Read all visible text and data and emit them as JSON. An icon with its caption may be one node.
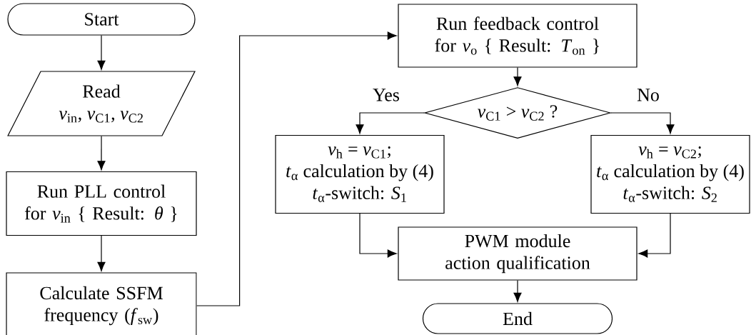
{
  "diagram": {
    "nodes": [
      {
        "text": [
          "Start"
        ]
      },
      {
        "text": [
          "Read",
          "*v*$_{in}$, *v*$_{C1}$, *v*$_{C2}$"
        ]
      },
      {
        "text": [
          "Run PLL control for *v*$_{in}$ { Result: *θ* }"
        ]
      },
      {
        "text": [
          "Calculate SSFM frequency (*f*$_{sw}$)"
        ]
      },
      {
        "text": [
          "Run feedback control for *v*$_{o}$ { Result: *T*$_{on}$ }"
        ]
      },
      {
        "text": [
          "*v*$_{C1}$ > *v*$_{C2}$ ?"
        ]
      },
      {
        "text": [
          "*v*$_{h}$ = *v*$_{C1}$;",
          "*t*$_{α}$ calculation by (4)",
          "*t*$_{α}$-switch: *S*$_{1}$"
        ]
      },
      {
        "text": [
          "*v*$_{h}$ = *v*$_{C2}$;",
          "*t*$_{α}$ calculation by (4)",
          "*t*$_{α}$-switch: *S*$_{2}$"
        ]
      },
      {
        "text": [
          "PWM module action qualification"
        ]
      },
      {
        "text": [
          "End"
        ]
      }
    ],
    "edges": [
      {
        "from": 0,
        "to": 1,
        "arrow": "to"
      },
      {
        "from": 1,
        "to": 2,
        "arrow": "to"
      },
      {
        "from": 2,
        "to": 3,
        "arrow": "to"
      },
      {
        "from": 3,
        "to": 4,
        "arrow": "to"
      },
      {
        "from": 4,
        "to": 5,
        "arrow": "to"
      },
      {
        "from": 5,
        "to": 6,
        "arrow": "to",
        "label": "Yes"
      },
      {
        "from": 5,
        "to": 7,
        "arrow": "to",
        "label": "No"
      },
      {
        "from": 6,
        "to": 8,
        "arrow": "to"
      },
      {
        "from": 7,
        "to": 8,
        "arrow": "to"
      },
      {
        "from": 8,
        "to": 9,
        "arrow": "to"
      }
    ]
  }
}
